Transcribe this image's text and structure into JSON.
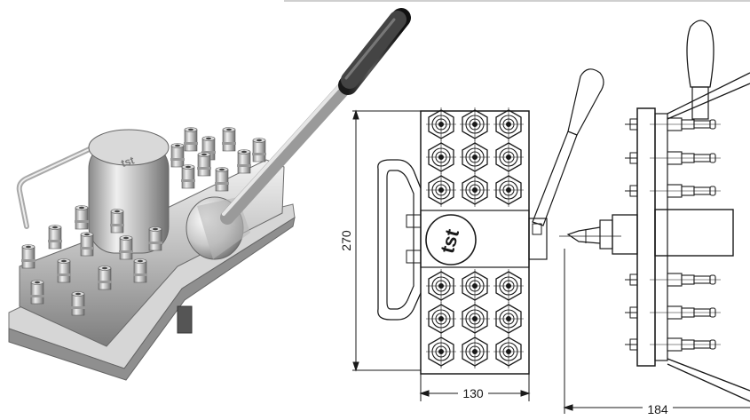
{
  "photo": {
    "logo_text": "tst"
  },
  "front_view": {
    "logo_text": "tst",
    "dim_height": "270",
    "dim_width": "130"
  },
  "side_view": {
    "dim_depth": "184"
  }
}
